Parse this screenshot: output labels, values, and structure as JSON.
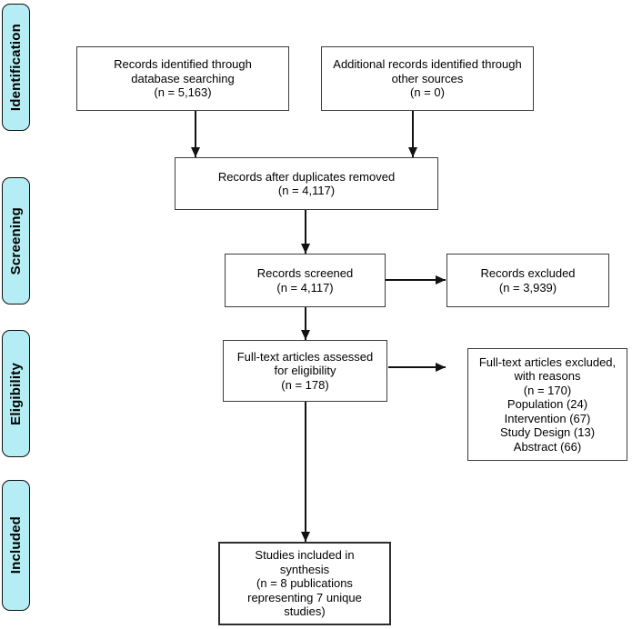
{
  "colors": {
    "stage_fill": "#b5edf4",
    "stage_border": "#101010",
    "box_border": "#3d3d3d",
    "arrow": "#121212",
    "text": "#000000",
    "background": "#ffffff"
  },
  "stages": [
    {
      "label": "Identification"
    },
    {
      "label": "Screening"
    },
    {
      "label": "Eligibility"
    },
    {
      "label": "Included"
    }
  ],
  "boxes": {
    "records_identified": {
      "text": "Records identified through\ndatabase searching\n(n = 5,163)"
    },
    "additional_records": {
      "text": "Additional records identified through\nother sources\n(n = 0)"
    },
    "duplicates_removed": {
      "text": "Records after duplicates removed\n(n = 4,117)"
    },
    "records_screened": {
      "text": "Records screened\n(n = 4,117)"
    },
    "records_excluded": {
      "text": "Records excluded\n(n = 3,939)"
    },
    "fulltext_assessed": {
      "text": "Full-text articles assessed\nfor eligibility\n(n = 178)"
    },
    "fulltext_excluded": {
      "text": "Full-text articles excluded,\nwith reasons\n(n = 170)\nPopulation (24)\nIntervention (67)\nStudy Design (13)\nAbstract (66)"
    },
    "studies_included": {
      "text": "Studies included in\nsynthesis\n(n = 8 publications\nrepresenting 7 unique\nstudies)"
    }
  }
}
